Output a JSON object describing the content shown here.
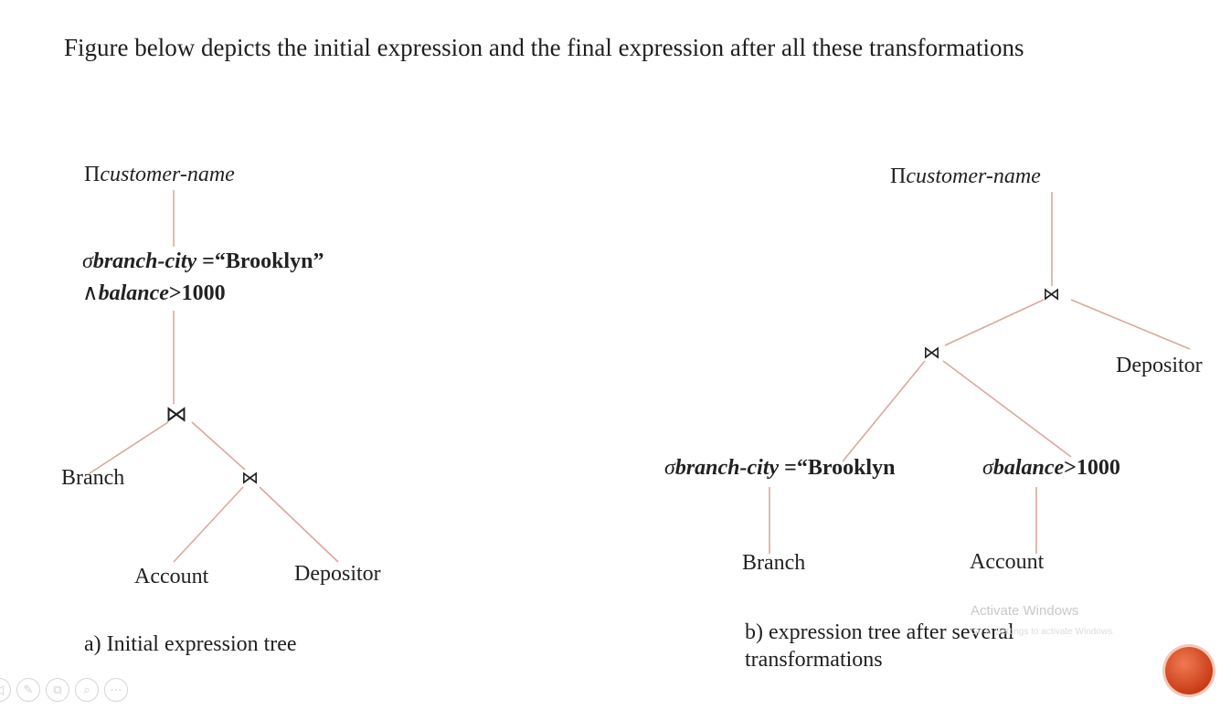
{
  "heading": "Figure below depicts the initial expression and the final expression after all these transformations",
  "tree_a": {
    "projection": {
      "symbol": "Π",
      "attr": "customer-name"
    },
    "selection": {
      "line1": {
        "symbol": "σ",
        "attr": "branch-city",
        "rest": " =“Brooklyn”"
      },
      "line2": {
        "symbol": "∧",
        "attr": "balance",
        "rest": ">1000"
      }
    },
    "join_top": "⋈",
    "join_lower": "⋈",
    "leaf_branch": "Branch",
    "leaf_account": "Account",
    "leaf_depositor": "Depositor",
    "caption": "a) Initial expression tree"
  },
  "tree_b": {
    "projection": {
      "symbol": "Π",
      "attr": "customer-name"
    },
    "join_top": "⋈",
    "join_lower": "⋈",
    "leaf_depositor": "Depositor",
    "selection_left": {
      "symbol": "σ",
      "attr": "branch-city",
      "rest": " =“Brooklyn"
    },
    "selection_right": {
      "symbol": "σ",
      "attr": "balance",
      "rest": ">1000"
    },
    "leaf_branch": "Branch",
    "leaf_account": "Account",
    "caption_line1": "b) expression tree after several",
    "caption_line2": "transformations"
  },
  "overlay": {
    "watermark_title": "Activate Windows",
    "watermark_sub": "Go to Settings to activate Windows."
  },
  "slide_controls": [
    "◁",
    "✎",
    "⧉",
    "⌕",
    "⋯"
  ],
  "colors": {
    "edge": "#dba89c",
    "text": "#222222",
    "orb": "#c93d17"
  }
}
